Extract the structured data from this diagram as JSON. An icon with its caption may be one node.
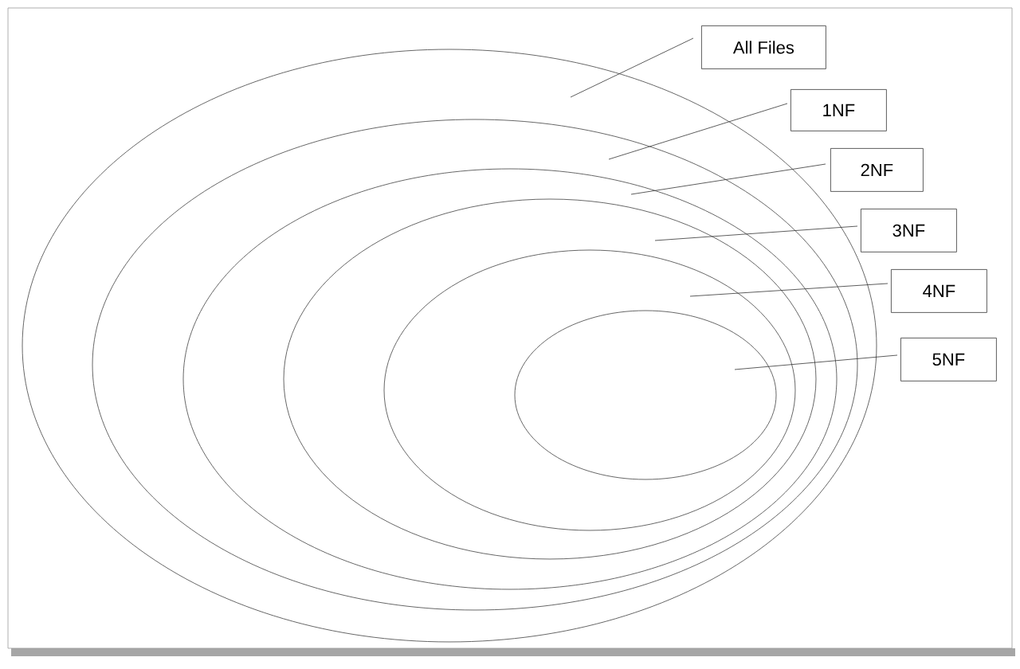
{
  "diagram": {
    "nodes": [
      {
        "text": [],
        "shape": "ellipse"
      },
      {
        "text": [],
        "shape": "ellipse",
        "in": 0
      },
      {
        "text": [],
        "shape": "ellipse",
        "in": 1
      },
      {
        "text": [],
        "shape": "ellipse",
        "in": 2
      },
      {
        "text": [],
        "shape": "ellipse",
        "in": 3
      },
      {
        "text": [],
        "shape": "ellipse",
        "in": 4
      },
      {
        "text": [
          "All Files"
        ]
      },
      {
        "text": [
          "1NF"
        ]
      },
      {
        "text": [
          "2NF"
        ]
      },
      {
        "text": [
          "3NF"
        ]
      },
      {
        "text": [
          "4NF"
        ]
      },
      {
        "text": [
          "5NF"
        ]
      }
    ],
    "edges": [
      {
        "from": 6,
        "to": 0,
        "arrow": "none"
      },
      {
        "from": 7,
        "to": 1,
        "arrow": "none"
      },
      {
        "from": 8,
        "to": 2,
        "arrow": "none"
      },
      {
        "from": 9,
        "to": 3,
        "arrow": "none"
      },
      {
        "from": 10,
        "to": 4,
        "arrow": "none"
      },
      {
        "from": 11,
        "to": 5,
        "arrow": "none"
      }
    ]
  }
}
